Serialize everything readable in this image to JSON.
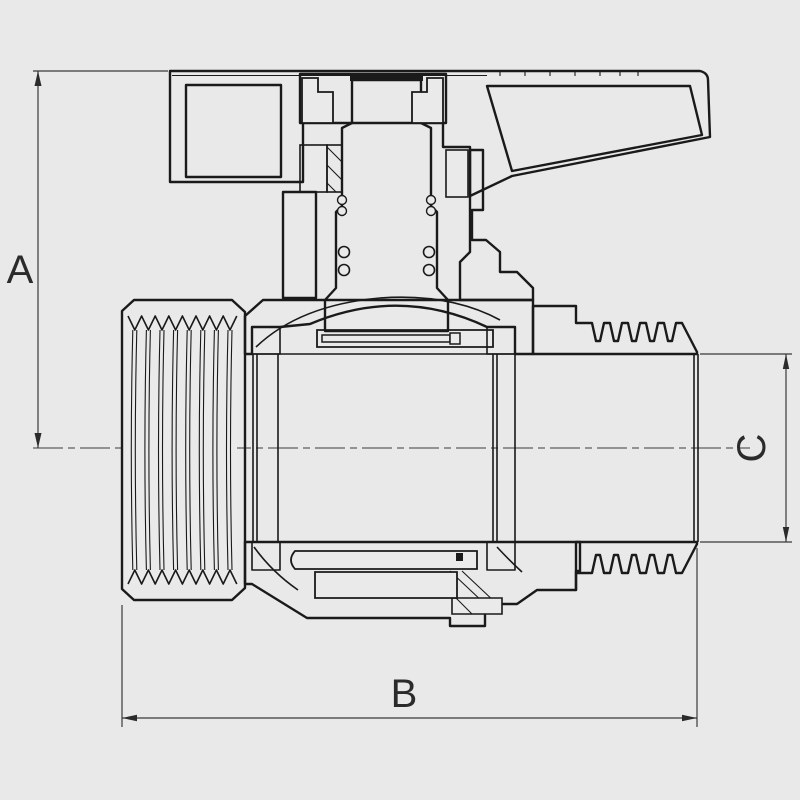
{
  "labels": {
    "dim_a": "A",
    "dim_b": "B",
    "dim_c": "C"
  },
  "colors": {
    "background": "#e9e9e9",
    "line": "#1a1a1a",
    "dim_line": "#3a3a3a"
  }
}
